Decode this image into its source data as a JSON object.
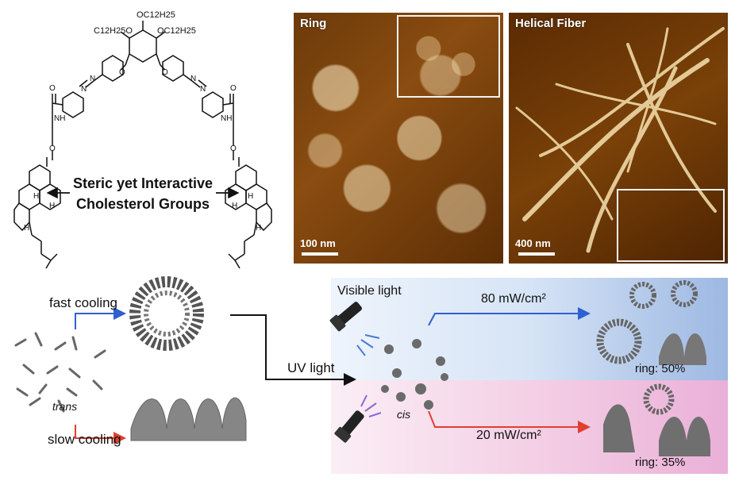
{
  "molecule": {
    "substituent_top": "OC12H25",
    "substituent_left": "C12H25O",
    "substituent_right": "OC12H25",
    "central_label_line1": "Steric yet Interactive",
    "central_label_line2": "Cholesterol Groups",
    "amide_nh": "NH",
    "oxygen": "O",
    "nitrogen": "N",
    "hydrogen": "H"
  },
  "afm_ring": {
    "title": "Ring",
    "scale": "100 nm"
  },
  "afm_fiber": {
    "title": "Helical Fiber",
    "scale": "400 nm"
  },
  "assembly": {
    "fast": "fast cooling",
    "slow": "slow cooling",
    "trans": "trans",
    "uv": "UV light",
    "cis": "cis",
    "visible": "Visible light",
    "high_power": "80 mW/cm²",
    "low_power": "20 mW/cm²",
    "ring_high": "ring: 50%",
    "ring_low": "ring: 35%"
  },
  "colors": {
    "blue_arrow": "#2f5fd0",
    "red_arrow": "#e0402f",
    "afm_dark": "#3a1c02",
    "afm_light": "#fff1c8"
  }
}
